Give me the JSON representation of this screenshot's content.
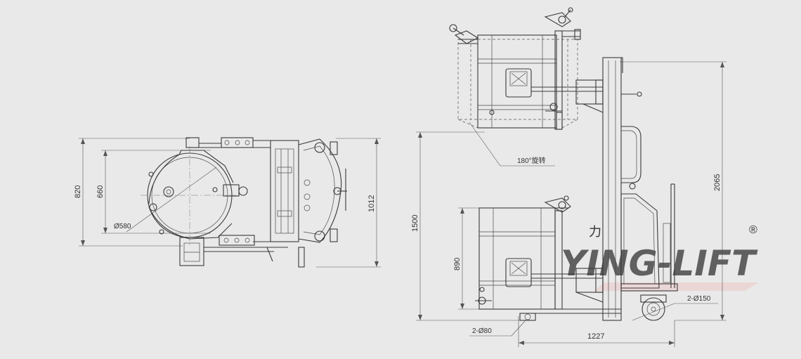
{
  "dimensions": {
    "top_width": "820",
    "top_inner_width": "660",
    "top_length": "1012",
    "drum_diameter": "Ø580",
    "rotation": "180°旋转",
    "lift_height": "1500",
    "total_height": "2065",
    "drum_height": "890",
    "front_wheels": "2-Ø80",
    "rear_wheels": "2-Ø150",
    "base_length": "1227"
  },
  "watermark": {
    "text": "YING-LIFT",
    "registered": "®",
    "glyph": "力"
  },
  "colors": {
    "background": "#e9e9e9",
    "line": "#3a3a3a",
    "watermark_red": "#e6b9b9",
    "watermark_grey": "#d0d0d0"
  }
}
